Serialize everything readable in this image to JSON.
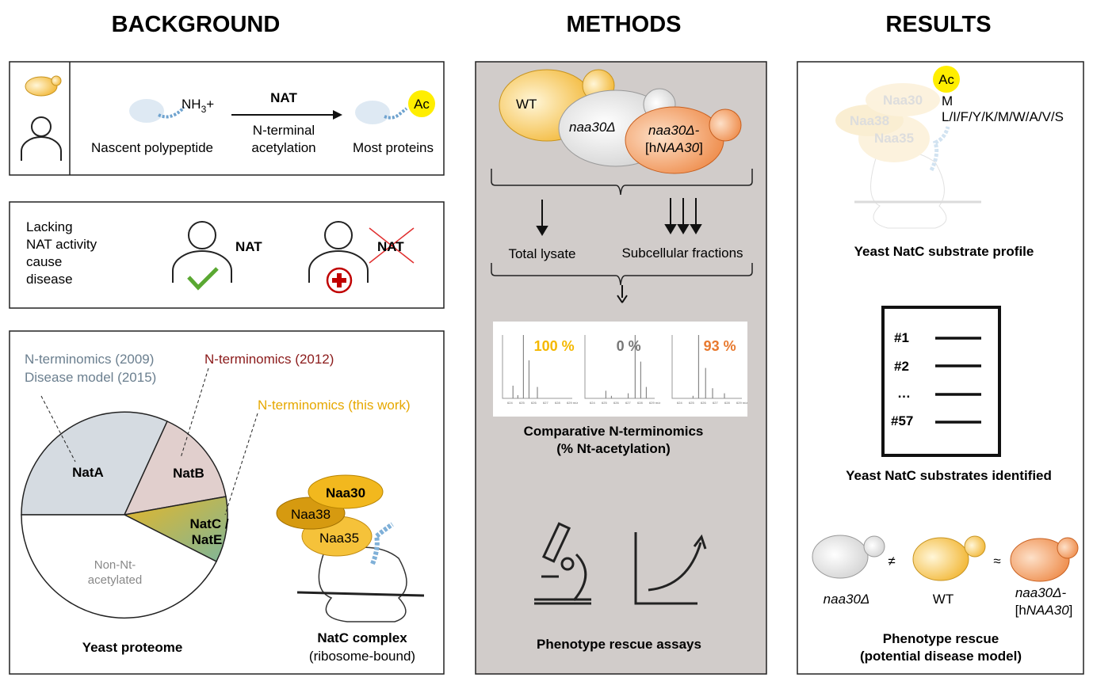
{
  "headers": {
    "background": "BACKGROUND",
    "methods": "METHODS",
    "results": "RESULTS"
  },
  "background": {
    "reaction": {
      "substrate_group": "NH",
      "substrate_sub": "3",
      "substrate_sup": "+",
      "substrate_label": "Nascent polypeptide",
      "enzyme": "NAT",
      "process_line1": "N-terminal",
      "process_line2": "acetylation",
      "product_tag": "Ac",
      "product_label": "Most proteins"
    },
    "disease": {
      "lines": [
        "Lacking",
        "NAT activity",
        "cause",
        "disease"
      ],
      "healthy_label": "NAT",
      "diseased_label": "NAT"
    },
    "proteome": {
      "ann_natA_line1": "N-terminomics (2009)",
      "ann_natA_line2": "Disease model (2015)",
      "ann_natB": "N-terminomics (2012)",
      "ann_natC": "N-terminomics (this work)",
      "slices": [
        "NatA",
        "NatB",
        "NatC /",
        "NatE",
        "Non-Nt-",
        "acetylated"
      ],
      "caption": "Yeast proteome",
      "complex": {
        "naa30": "Naa30",
        "naa38": "Naa38",
        "naa35": "Naa35",
        "caption": "NatC complex",
        "subcaption": "(ribosome-bound)"
      }
    }
  },
  "methods": {
    "strains": {
      "wt": "WT",
      "ko": "naa30Δ",
      "rescue_line1": "naa30Δ-",
      "rescue_line2_pre": "[h",
      "rescue_line2_it": "NAA30",
      "rescue_line2_post": "]"
    },
    "total_lysate": "Total lysate",
    "fractions": "Subcellular fractions",
    "spectra": [
      {
        "value": "100 %",
        "color": "#f5b800"
      },
      {
        "value": "0 %",
        "color": "#777777"
      },
      {
        "value": "93 %",
        "color": "#e8792e"
      }
    ],
    "spectrum_axis": [
      "624",
      "625",
      "626",
      "627",
      "628",
      "629 m/z"
    ],
    "nterm_caption1": "Comparative N-terminomics",
    "nterm_caption2": "(% Nt-acetylation)",
    "phenotype_caption": "Phenotype rescue assays"
  },
  "results": {
    "profile": {
      "ac": "Ac",
      "m": "M",
      "residues": "L/I/F/Y/K/M/W/A/V/S",
      "naa30": "Naa30",
      "naa38": "Naa38",
      "naa35": "Naa35",
      "caption": "Yeast NatC substrate profile"
    },
    "list": {
      "items": [
        "#1",
        "#2",
        "…",
        "#57"
      ],
      "caption": "Yeast NatC substrates identified"
    },
    "rescue": {
      "ko": "naa30Δ",
      "neq": "≠",
      "wt": "WT",
      "approx": "≈",
      "rescue_line1": "naa30Δ-",
      "rescue_pre": "[h",
      "rescue_it": "NAA30",
      "rescue_post": "]",
      "caption1": "Phenotype rescue",
      "caption2": "(potential disease model)"
    }
  },
  "colors": {
    "methods_bg": "#d1ccca",
    "yellow": "#f5b800",
    "orange": "#e8792e",
    "dark_red": "#8b1a1a",
    "blue_grey": "#6b7f8f",
    "ac_tag": "#ffee00"
  }
}
